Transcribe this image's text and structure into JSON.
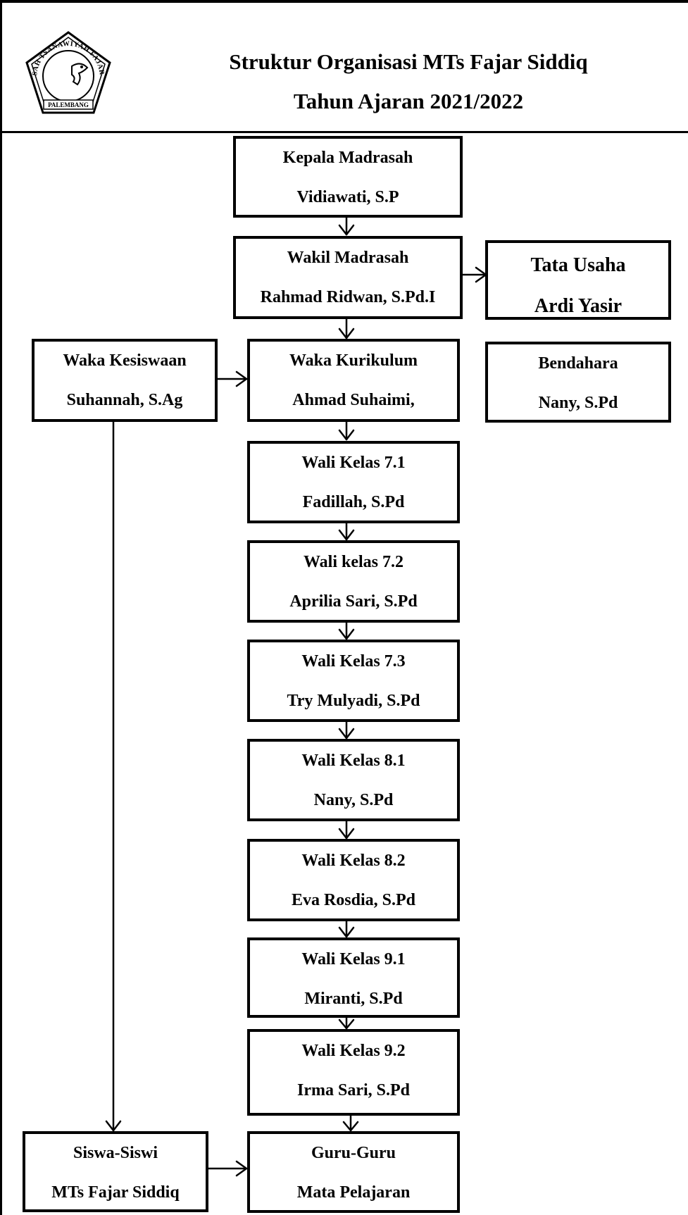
{
  "header": {
    "title": "Struktur Organisasi MTs Fajar Siddiq",
    "subtitle": "Tahun Ajaran 2021/2022",
    "logo": {
      "arc_text": "MADRASAH TSANAWIYAH FAJAR SIDDIQ",
      "city": "PALEMBANG"
    }
  },
  "nodes": {
    "kepala": {
      "role": "Kepala Madrasah",
      "name": "Vidiawati, S.P"
    },
    "wakil": {
      "role": "Wakil Madrasah",
      "name": "Rahmad Ridwan, S.Pd.I"
    },
    "tata_usaha": {
      "role": "Tata Usaha",
      "name": "Ardi Yasir"
    },
    "bendahara": {
      "role": "Bendahara",
      "name": "Nany, S.Pd"
    },
    "waka_kesiswaan": {
      "role": "Waka Kesiswaan",
      "name": "Suhannah, S.Ag"
    },
    "waka_kurikulum": {
      "role": "Waka Kurikulum",
      "name": "Ahmad Suhaimi,"
    },
    "wali_7_1": {
      "role": "Wali Kelas 7.1",
      "name": "Fadillah, S.Pd"
    },
    "wali_7_2": {
      "role": "Wali kelas 7.2",
      "name": "Aprilia Sari, S.Pd"
    },
    "wali_7_3": {
      "role": "Wali Kelas 7.3",
      "name": "Try Mulyadi, S.Pd"
    },
    "wali_8_1": {
      "role": "Wali Kelas 8.1",
      "name": "Nany, S.Pd"
    },
    "wali_8_2": {
      "role": "Wali Kelas 8.2",
      "name": "Eva Rosdia, S.Pd"
    },
    "wali_9_1": {
      "role": "Wali Kelas 9.1",
      "name": "Miranti, S.Pd"
    },
    "wali_9_2": {
      "role": "Wali Kelas 9.2",
      "name": "Irma Sari, S.Pd"
    },
    "siswa": {
      "role": "Siswa-Siswi",
      "name": "MTs Fajar Siddiq"
    },
    "guru": {
      "role": "Guru-Guru",
      "name": "Mata Pelajaran"
    }
  }
}
